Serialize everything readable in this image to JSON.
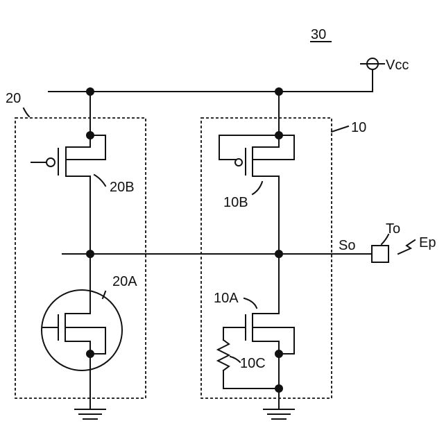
{
  "diagram": {
    "figure_number": "30",
    "labels": {
      "vcc": "Vcc",
      "circuit_20": "20",
      "circuit_10": "10",
      "transistor_20b": "20B",
      "transistor_20a": "20A",
      "transistor_10b": "10B",
      "transistor_10a": "10A",
      "resistor_10c": "10C",
      "node_so": "So",
      "terminal_to": "To",
      "signal_ep": "Ep"
    }
  }
}
